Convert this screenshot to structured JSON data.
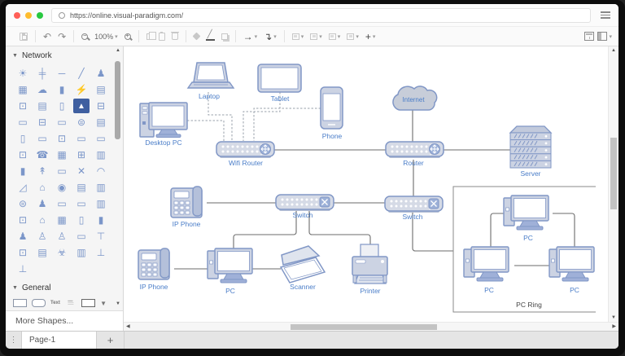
{
  "browser": {
    "url": "https://online.visual-paradigm.com/"
  },
  "toolbar": {
    "left_groups": [
      [
        {
          "name": "save",
          "disabled": true
        }
      ],
      [
        {
          "name": "undo",
          "glyph": "↶"
        },
        {
          "name": "redo",
          "glyph": "↷"
        }
      ],
      [
        {
          "name": "zoom-out",
          "glyph": "−"
        },
        {
          "name": "zoom-level",
          "label": "100%",
          "dropdown": true
        },
        {
          "name": "zoom-in",
          "glyph": "+"
        }
      ],
      [
        {
          "name": "copy",
          "disabled": true
        },
        {
          "name": "paste",
          "disabled": true
        },
        {
          "name": "delete",
          "disabled": true
        }
      ],
      [
        {
          "name": "fill-color",
          "disabled": true
        },
        {
          "name": "line-color"
        },
        {
          "name": "shadow",
          "disabled": true
        }
      ],
      [
        {
          "name": "arrow-style",
          "glyph": "→",
          "dropdown": true,
          "dark": true
        },
        {
          "name": "connector-style",
          "glyph": "↴",
          "dropdown": true,
          "dark": true
        }
      ],
      [
        {
          "name": "format-painter",
          "disabled": true,
          "dropdown": true
        },
        {
          "name": "bring-forward",
          "disabled": true,
          "dropdown": true
        },
        {
          "name": "align",
          "disabled": true,
          "dropdown": true
        },
        {
          "name": "distribute",
          "disabled": true,
          "dropdown": true
        },
        {
          "name": "add-shape",
          "glyph": "+",
          "dropdown": true,
          "dark": true
        }
      ]
    ],
    "right_items": [
      {
        "name": "layout-panels"
      },
      {
        "name": "toggle-sidebar",
        "dropdown": true
      }
    ]
  },
  "sidebar": {
    "network_section": "Network",
    "general_section": "General",
    "more_shapes": "More Shapes...",
    "network_icons": [
      {
        "name": "wireless-signal",
        "glyph": "☀"
      },
      {
        "name": "patch-panel",
        "glyph": "╪"
      },
      {
        "name": "ethernet-cable",
        "glyph": "─"
      },
      {
        "name": "fiber-cable",
        "glyph": "╱"
      },
      {
        "name": "network-user",
        "glyph": "♟"
      },
      {
        "name": "office-buildings",
        "glyph": "▦"
      },
      {
        "name": "cloud",
        "glyph": "☁"
      },
      {
        "name": "server-towers",
        "glyph": "▮"
      },
      {
        "name": "power-surge",
        "glyph": "⚡"
      },
      {
        "name": "server-cart",
        "glyph": "▤"
      },
      {
        "name": "workstation",
        "glyph": "⊡"
      },
      {
        "name": "server-rack",
        "glyph": "▤"
      },
      {
        "name": "mobile-devices",
        "glyph": "▯"
      },
      {
        "name": "firewall",
        "glyph": "▲",
        "highlight": true
      },
      {
        "name": "game-console",
        "glyph": "⊟"
      },
      {
        "name": "modem",
        "glyph": "▭"
      },
      {
        "name": "laptop",
        "glyph": "⊟"
      },
      {
        "name": "router-device",
        "glyph": "▭"
      },
      {
        "name": "database-server",
        "glyph": "⊜"
      },
      {
        "name": "directory-book",
        "glyph": "▤"
      },
      {
        "name": "smartphone",
        "glyph": "▯"
      },
      {
        "name": "hub",
        "glyph": "▭"
      },
      {
        "name": "monitor",
        "glyph": "⊡"
      },
      {
        "name": "switch-device",
        "glyph": "▭"
      },
      {
        "name": "bridge-device",
        "glyph": "▭"
      },
      {
        "name": "desktop-computer",
        "glyph": "⊡"
      },
      {
        "name": "telephone",
        "glyph": "☎"
      },
      {
        "name": "fax-machine",
        "glyph": "▦"
      },
      {
        "name": "network-printer",
        "glyph": "⊞"
      },
      {
        "name": "file-server",
        "glyph": "▥"
      },
      {
        "name": "tower-server",
        "glyph": "▮"
      },
      {
        "name": "radio-antenna",
        "glyph": "↟"
      },
      {
        "name": "repeater",
        "glyph": "▭"
      },
      {
        "name": "satellite",
        "glyph": "✕"
      },
      {
        "name": "satellite-dish",
        "glyph": "◠"
      },
      {
        "name": "scanner",
        "glyph": "◿"
      },
      {
        "name": "security-lock",
        "glyph": "⌂"
      },
      {
        "name": "cctv-camera",
        "glyph": "◉"
      },
      {
        "name": "blade-server",
        "glyph": "▤"
      },
      {
        "name": "storage-server",
        "glyph": "▥"
      },
      {
        "name": "database-stack",
        "glyph": "⊜"
      },
      {
        "name": "user-group",
        "glyph": "♟"
      },
      {
        "name": "load-balancer",
        "glyph": "▭"
      },
      {
        "name": "patch-frame",
        "glyph": "▭"
      },
      {
        "name": "web-server",
        "glyph": "▥"
      },
      {
        "name": "thin-client",
        "glyph": "⊡"
      },
      {
        "name": "secure-gateway",
        "glyph": "⌂"
      },
      {
        "name": "server-cabinet",
        "glyph": "▦"
      },
      {
        "name": "firewall-window",
        "glyph": "▯"
      },
      {
        "name": "usb-drive",
        "glyph": "▮"
      },
      {
        "name": "team-users",
        "glyph": "♟"
      },
      {
        "name": "admin-user",
        "glyph": "♙"
      },
      {
        "name": "end-user",
        "glyph": "♙"
      },
      {
        "name": "computer-mouse",
        "glyph": "▭"
      },
      {
        "name": "projector-screen",
        "glyph": "⊤"
      },
      {
        "name": "virtual-machine",
        "glyph": "⊡"
      },
      {
        "name": "mail-server",
        "glyph": "▤"
      },
      {
        "name": "biohazard-zone",
        "glyph": "☣"
      },
      {
        "name": "proxy-server",
        "glyph": "▥"
      },
      {
        "name": "terminal",
        "glyph": "⊥"
      },
      {
        "name": "mainframe",
        "glyph": "⊥"
      }
    ],
    "general_items": [
      {
        "name": "rectangle"
      },
      {
        "name": "rounded-rectangle"
      },
      {
        "name": "text",
        "label": "Text"
      },
      {
        "name": "heading",
        "label": "≡≡"
      },
      {
        "name": "process"
      }
    ]
  },
  "canvas": {
    "labels": {
      "laptop": "Laptop",
      "tablet": "Tablet",
      "phone": "Phone",
      "desktop_pc": "Desktop PC",
      "wifi_router": "Wifi Router",
      "internet": "Internet",
      "router": "Router",
      "server": "Server",
      "ip_phone1": "IP Phone",
      "switch1": "Switch",
      "switch2": "Switch",
      "ip_phone2": "IP Phone",
      "pc1": "PC",
      "scanner": "Scanner",
      "printer": "Printer",
      "pc_top": "PC",
      "pc_bl": "PC",
      "pc_br": "PC",
      "pc_ring": "PC Ring"
    }
  },
  "tabbar": {
    "menu_icon": "⋮",
    "page_tab": "Page-1",
    "add_label": "+"
  }
}
